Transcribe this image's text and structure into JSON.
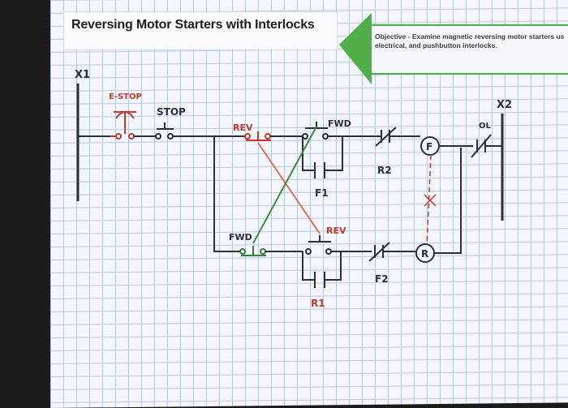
{
  "slide": {
    "title": "Reversing Motor Starters with Interlocks",
    "objective_line1": "Objective - Examine magnetic reversing motor starters us",
    "objective_line2": "electrical, and pushbutton interlocks."
  },
  "diagram": {
    "labels": {
      "x1": "X1",
      "x2": "X2",
      "estop": "E-STOP",
      "stop": "STOP",
      "rev_top": "REV",
      "fwd_top": "FWD",
      "f1": "F1",
      "r2": "R2",
      "fwd_bottom": "FWD",
      "rev_bottom": "REV",
      "r1": "R1",
      "f2": "F2",
      "ol": "OL",
      "coil_f": "F",
      "coil_r": "R"
    },
    "colors": {
      "wire": "#2b2f3a",
      "estop": "#c23a2e",
      "rev": "#c0392b",
      "fwd": "#3a7d3a",
      "interlock_orange": "#d9705a",
      "interlock_green": "#3f8a3f",
      "arrow": "#4fae48"
    }
  }
}
